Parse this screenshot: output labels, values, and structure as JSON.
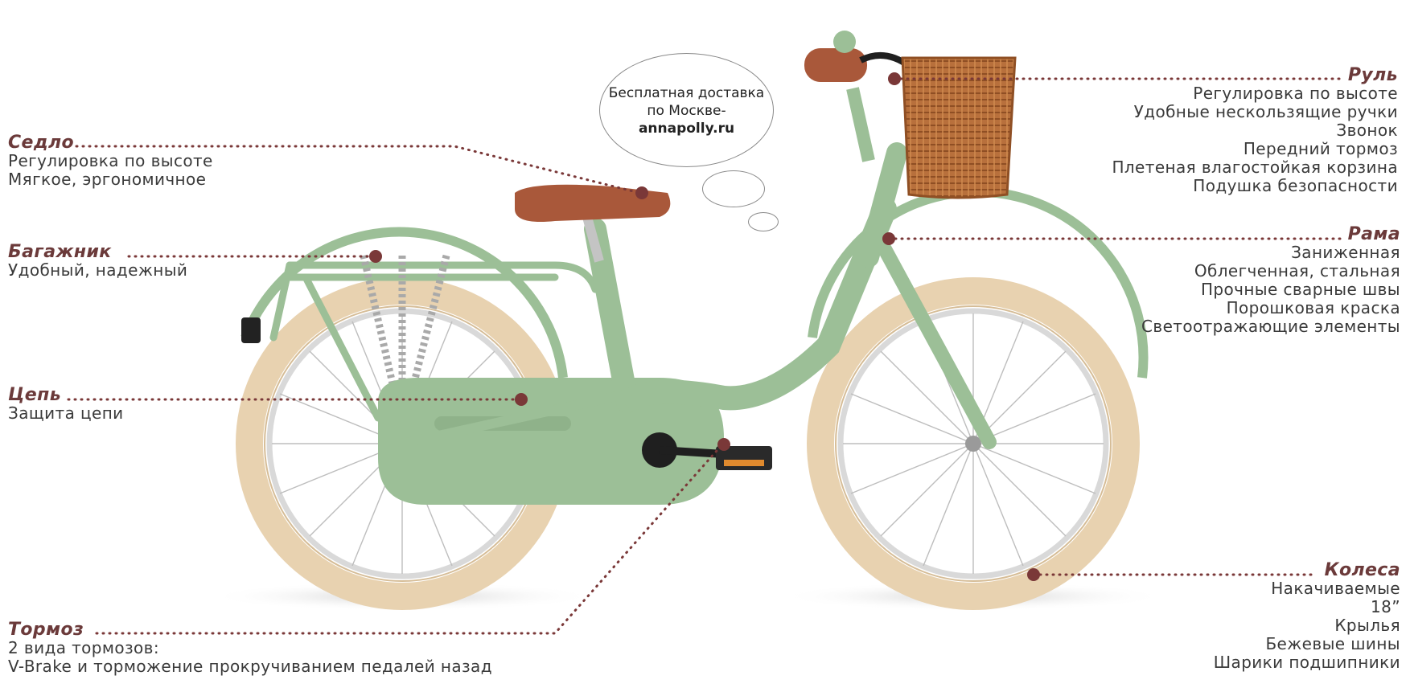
{
  "bubble": {
    "line1": "Бесплатная доставка",
    "line2": "по Москве-",
    "site": "annapolly.ru"
  },
  "labels": {
    "saddle": {
      "title": "Седло",
      "items": [
        "Регулировка по высоте",
        "Мягкое, эргономичное"
      ]
    },
    "rack": {
      "title": "Багажник",
      "items": [
        "Удобный, надежный"
      ]
    },
    "chain": {
      "title": "Цепь",
      "items": [
        "Защита цепи"
      ]
    },
    "brake": {
      "title": "Тормоз",
      "items": [
        "2 вида тормозов:",
        "V-Brake и торможение прокручиванием педалей назад"
      ]
    },
    "handlebar": {
      "title": "Руль",
      "items": [
        "Регулировка по высоте",
        "Удобные нескользящие ручки",
        "Звонок",
        "Передний тормоз",
        "Плетеная влагостойкая корзина",
        "Подушка безопасности"
      ]
    },
    "frame": {
      "title": "Рама",
      "items": [
        "Заниженная",
        "Облегченная, стальная",
        "Прочные сварные швы",
        "Порошковая краска",
        "Светоотражающие элементы"
      ]
    },
    "wheels": {
      "title": "Колеса",
      "items": [
        "Накачиваемые",
        "18”",
        "Крылья",
        "Бежевые шины",
        "Шарики подшипники"
      ]
    }
  },
  "colors": {
    "heading": "#6b3a3a",
    "dot": "#7a3838",
    "frame": "#9cbf97",
    "tire": "#e8d2b0",
    "saddle": "#a9583a"
  }
}
